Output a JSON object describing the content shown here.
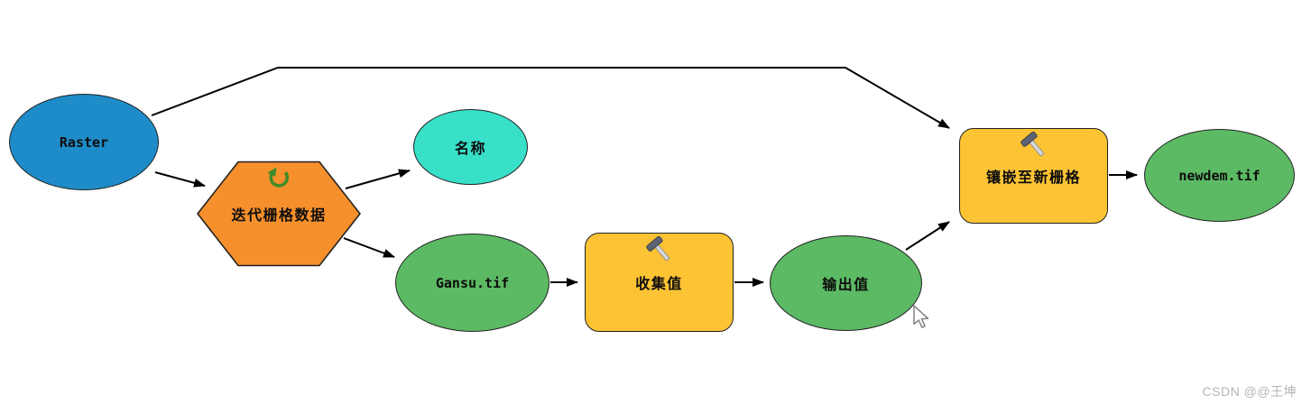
{
  "nodes": {
    "raster": {
      "label": "Raster",
      "shape": "ellipse",
      "fill": "#1E8CC8"
    },
    "iterator": {
      "label": "迭代栅格数据",
      "shape": "hexagon",
      "fill": "#F6902C",
      "icon": "iteration-loop-icon"
    },
    "name": {
      "label": "名称",
      "shape": "ellipse",
      "fill": "#38E0C8"
    },
    "gansu": {
      "label": "Gansu.tif",
      "shape": "ellipse",
      "fill": "#5CBA64"
    },
    "collect": {
      "label": "收集值",
      "shape": "rounded-rect",
      "fill": "#FCC334",
      "icon": "hammer-icon"
    },
    "output": {
      "label": "输出值",
      "shape": "ellipse",
      "fill": "#5CBA64"
    },
    "mosaic": {
      "label": "镶嵌至新栅格",
      "shape": "rounded-rect",
      "fill": "#FCC334",
      "icon": "hammer-icon"
    },
    "newdem": {
      "label": "newdem.tif",
      "shape": "ellipse",
      "fill": "#5CBA64"
    }
  },
  "connections": [
    {
      "from": "raster",
      "to": "mosaic"
    },
    {
      "from": "raster",
      "to": "iterator"
    },
    {
      "from": "iterator",
      "to": "name"
    },
    {
      "from": "iterator",
      "to": "gansu"
    },
    {
      "from": "gansu",
      "to": "collect"
    },
    {
      "from": "collect",
      "to": "output"
    },
    {
      "from": "output",
      "to": "mosaic"
    },
    {
      "from": "mosaic",
      "to": "newdem"
    }
  ],
  "colors": {
    "connector": "#000000",
    "node_border": "#222222",
    "loop_icon_green": "#3F8C28",
    "hammer_head_gray": "#5C6373",
    "hammer_handle_silver": "#D8D8D8",
    "watermark_gray": "#B5B5B5"
  },
  "watermark": {
    "text": "CSDN @@王坤"
  }
}
